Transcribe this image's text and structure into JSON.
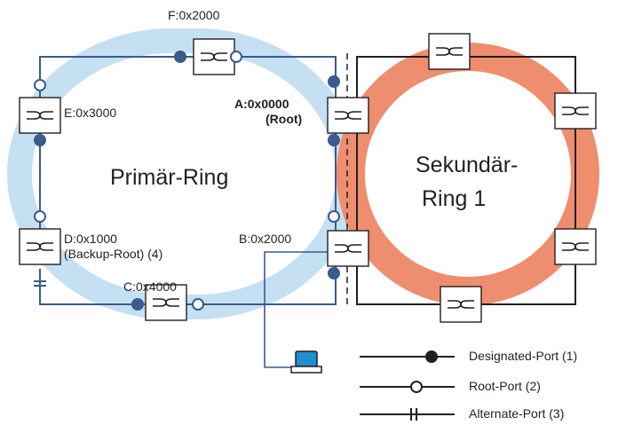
{
  "switches": {
    "F": {
      "label": "F:0x2000"
    },
    "E": {
      "label": "E:0x3000"
    },
    "A": {
      "label": "A:0x0000",
      "note": "(Root)"
    },
    "D": {
      "label": "D:0x1000",
      "note": "(Backup-Root) (4)"
    },
    "B": {
      "label": "B:0x2000"
    },
    "C": {
      "label": "C:0x4000"
    }
  },
  "rings": {
    "primary": {
      "label": "Primär-Ring",
      "color": "#c5e0f2"
    },
    "secondary": {
      "label_line1": "Sekundär-",
      "label_line2": "Ring 1",
      "color": "#ef8e6e"
    }
  },
  "legend": {
    "designated": "Designated-Port (1)",
    "root": "Root-Port (2)",
    "alternate": "Alternate-Port (3)"
  },
  "colors": {
    "link": "#3b5a8e",
    "port": "#3b5a8e",
    "terminal": "#1e8fd0"
  },
  "icons": {
    "switch": "switch-icon",
    "terminal": "computer-icon"
  }
}
